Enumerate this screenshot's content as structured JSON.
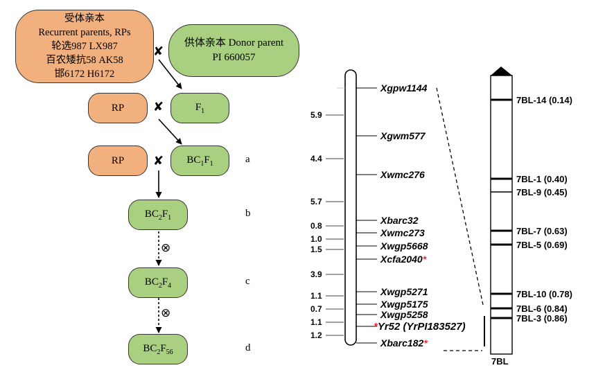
{
  "breeding": {
    "recurrent_parents": {
      "title_cn": "受体亲本",
      "title_en": "Recurrent parents, RPs",
      "lines": [
        "轮选987 LX987",
        "百农矮抗58 AK58",
        "邯6172 H6172"
      ]
    },
    "donor_parent": {
      "line1": "供体亲本 Donor parent",
      "line2": "PI 660057"
    },
    "cross_symbol": "✘",
    "selfing_symbol": "⊗",
    "rp_label": "RP",
    "f1": {
      "base": "F",
      "sub": "1"
    },
    "bc1f1": {
      "p1": "BC",
      "s1": "1",
      "p2": "F",
      "s2": "1"
    },
    "bc2f1": {
      "p1": "BC",
      "s1": "2",
      "p2": "F",
      "s2": "1"
    },
    "bc2f4": {
      "p1": "BC",
      "s1": "2",
      "p2": "F",
      "s2": "4"
    },
    "bc2f56": {
      "p1": "BC",
      "s1": "2",
      "p2": "F",
      "s2": "56"
    },
    "stages": {
      "a": "a",
      "b": "b",
      "c": "c",
      "d": "d"
    }
  },
  "linkage_map": {
    "distances": [
      "5.9",
      "4.4",
      "5.7",
      "0.8",
      "1.0",
      "1.5",
      "3.9",
      "1.1",
      "0.7",
      "1.1",
      "1.2"
    ],
    "markers": [
      {
        "name": "Xgpw1144",
        "star": false
      },
      {
        "name": "Xgwm577",
        "star": false
      },
      {
        "name": "Xwmc276",
        "star": false
      },
      {
        "name": "Xbarc32",
        "star": false
      },
      {
        "name": "Xwmc273",
        "star": false
      },
      {
        "name": "Xwgp5668",
        "star": false
      },
      {
        "name": "Xcfa2040",
        "star": true
      },
      {
        "name": "Xwgp5271",
        "star": false
      },
      {
        "name": "Xwgp5175",
        "star": false
      },
      {
        "name": "Xwgp5258",
        "star": false
      },
      {
        "name": "Yr52 (YrPI183527)",
        "star": true
      },
      {
        "name": "Xbarc182",
        "star": true
      }
    ],
    "star_color": "#e0313a"
  },
  "deletion_bin": {
    "chromosome_label": "7BL",
    "bins": [
      "7BL-14 (0.14)",
      "7BL-1 (0.40)",
      "7BL-9 (0.45)",
      "7BL-7 (0.63)",
      "7BL-5 (0.69)",
      "7BL-10 (0.78)",
      "7BL-6 (0.84)",
      "7BL-3 (0.86)"
    ]
  }
}
